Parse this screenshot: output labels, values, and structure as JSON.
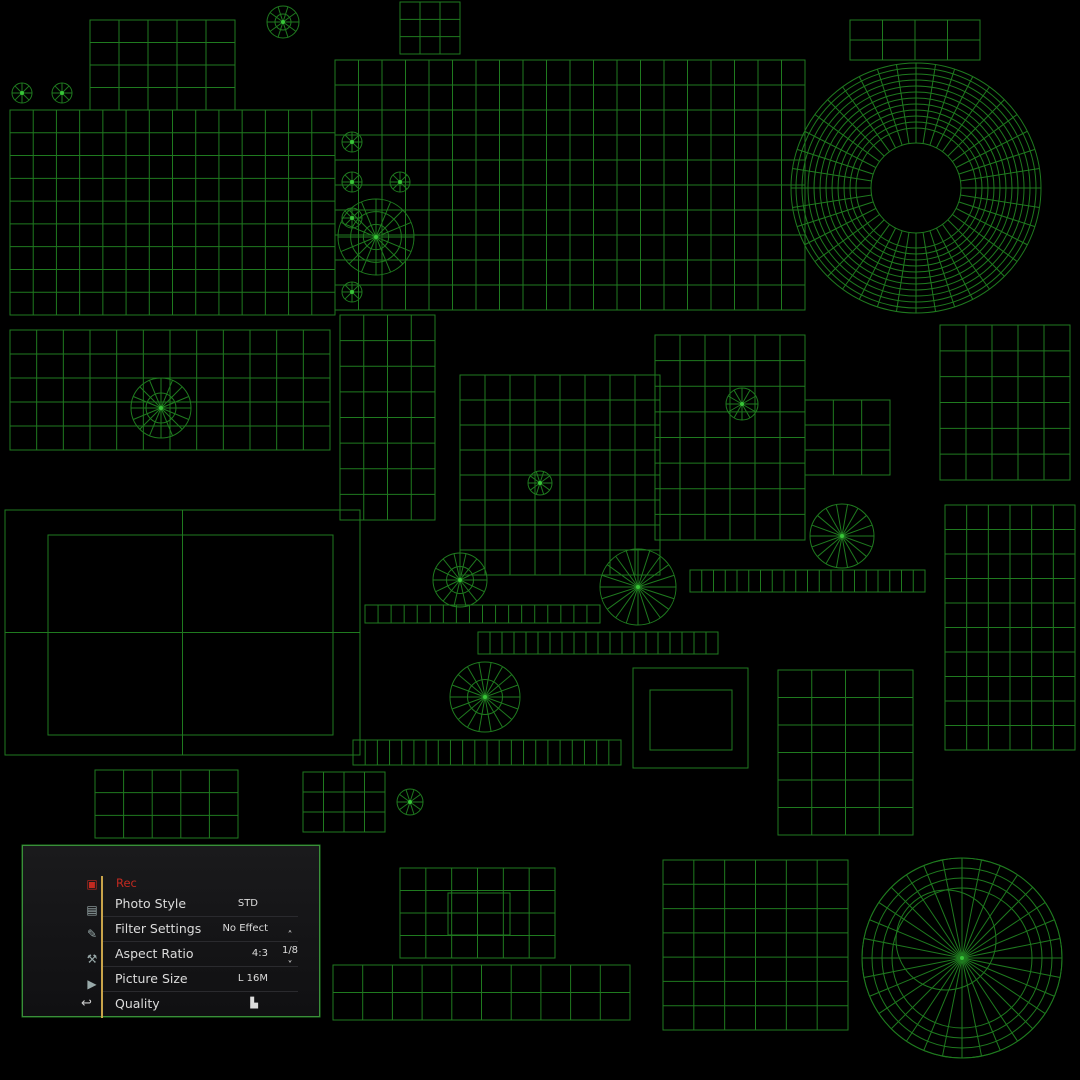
{
  "menu": {
    "header": "Rec",
    "items": [
      {
        "label": "Photo Style",
        "value": "STD"
      },
      {
        "label": "Filter Settings",
        "value": "No Effect"
      },
      {
        "label": "Aspect Ratio",
        "value": "4:3"
      },
      {
        "label": "Picture Size",
        "value": "L 16M"
      },
      {
        "label": "Quality",
        "value": ""
      }
    ],
    "page": "1/8",
    "icons": [
      "camera-rec-icon",
      "video-icon",
      "custom-icon",
      "wrench-icon",
      "playback-icon"
    ],
    "back_icon": "back-arrow-icon"
  },
  "colors": {
    "wire": "#1f7a1f",
    "wire_bright": "#39c639",
    "accent": "#c9a44a",
    "header": "#c22a20"
  }
}
